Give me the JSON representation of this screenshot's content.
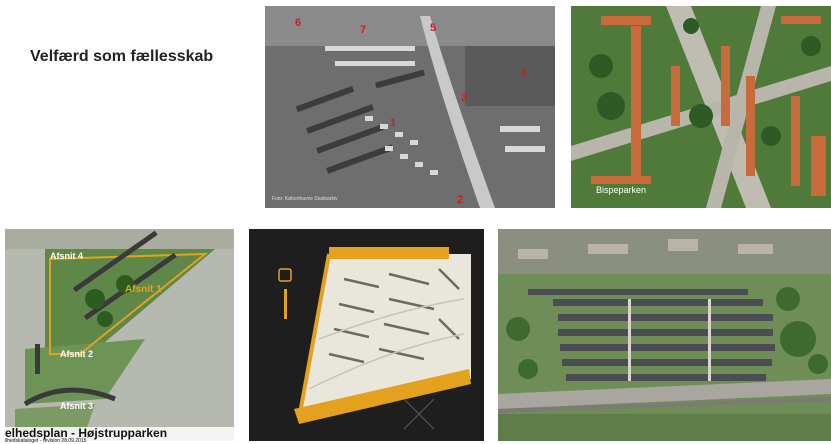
{
  "slide": {
    "title": "Velfærd som fællesskab"
  },
  "photo1": {
    "numbers": [
      "6",
      "7",
      "5",
      "4",
      "3",
      "1",
      "2"
    ],
    "credit": "Foto: Københavns Stadsarkiv"
  },
  "photo2": {
    "place_label": "Bispeparken"
  },
  "photo3": {
    "sections": [
      "Afsnit 4",
      "Afsnit 1",
      "Afsnit 2",
      "Afsnit 3"
    ],
    "plan_title": "elhedsplan - Højstrupparken",
    "plan_subtitle": "ilhedskataloget - revision 28.09.2015"
  },
  "colors": {
    "accent_orange": "#e3a11d",
    "number_red": "#d21c1c"
  }
}
